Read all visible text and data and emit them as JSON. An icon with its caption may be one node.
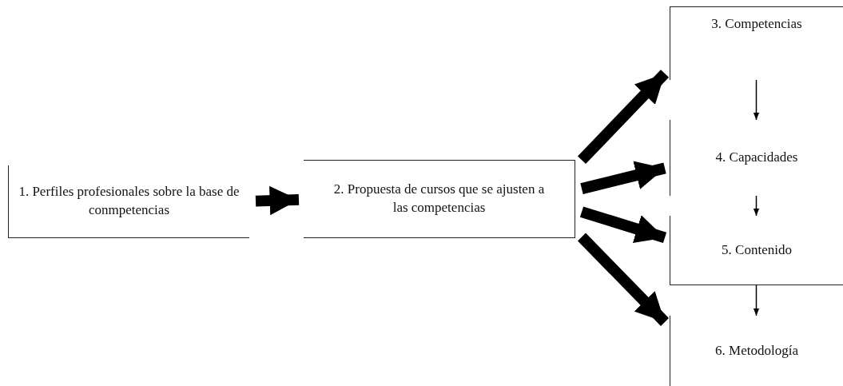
{
  "diagram": {
    "nodes": [
      {
        "text": [
          "1. Perfiles profesionales sobre la base de conmpetencias"
        ]
      },
      {
        "text": [
          "2. Propuesta de cursos que se ajusten a las competencias"
        ]
      },
      {
        "text": [
          "3. Competencias"
        ]
      },
      {
        "text": [
          "4. Capacidades"
        ]
      },
      {
        "text": [
          "5. Contenido"
        ]
      },
      {
        "text": [
          "6. Metodología"
        ]
      }
    ],
    "edges": [
      {
        "from": 0,
        "to": 1,
        "arrow": "to"
      },
      {
        "from": 1,
        "to": 2,
        "arrow": "to"
      },
      {
        "from": 1,
        "to": 3,
        "arrow": "to"
      },
      {
        "from": 1,
        "to": 4,
        "arrow": "to"
      },
      {
        "from": 1,
        "to": 5,
        "arrow": "to"
      },
      {
        "from": 2,
        "to": 3,
        "arrow": "to"
      },
      {
        "from": 3,
        "to": 4,
        "arrow": "to"
      },
      {
        "from": 4,
        "to": 5,
        "arrow": "to"
      }
    ]
  }
}
